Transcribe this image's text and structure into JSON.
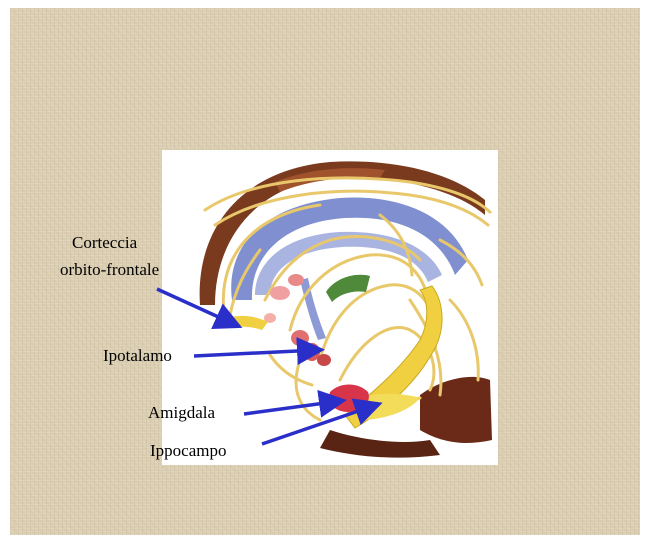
{
  "labels": {
    "cortex_line1": "Corteccia",
    "cortex_line2": "orbito-frontale",
    "hypothalamus": "Ipotalamo",
    "amygdala": "Amigdala",
    "hippocampus": "Ippocampo"
  },
  "colors": {
    "background": "#dccfb3",
    "arrow": "#2b2fc9",
    "corpus_callosum": "#7f8fcf",
    "nerve_fibers": "#e8c86a",
    "hippocampus_fill": "#f0d040",
    "amygdala_fill": "#d8344a",
    "cortex_fill": "#7a3a1e"
  }
}
